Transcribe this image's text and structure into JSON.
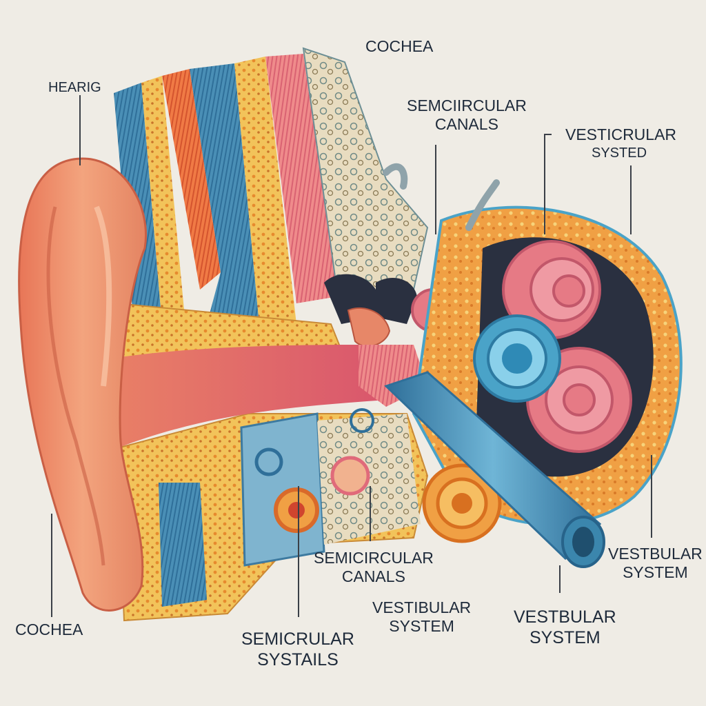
{
  "labels": {
    "hearing": "HEARIG",
    "cochlea_top": "COCHEA",
    "semicircular_top_1": "SEMCIIRCULAR",
    "semicircular_top_2": "CANALS",
    "vesticular_1": "VESTICRULAR",
    "vesticular_2": "SYSTED",
    "semicircular_mid_1": "SEMICIRCULAR",
    "semicircular_mid_2": "CANALS",
    "vestibular_right_1": "VESTBULAR",
    "vestibular_right_2": "SYSTEM",
    "cochlea_bottom": "COCHEA",
    "vestibular_mid_1": "VESTIBULAR",
    "vestibular_mid_2": "SYSTEM",
    "vestibular_low_1": "VESTBULAR",
    "vestibular_low_2": "SYSTEM",
    "semicircular_bottom_1": "SEMICRULAR",
    "semicircular_bottom_2": "SYSTAILS"
  },
  "palette": {
    "background": "#efece5",
    "skin": "#e98563",
    "skin_light": "#f3b08d",
    "canal": "#de6f6f",
    "tissue_yellow": "#f2c35a",
    "tissue_orange": "#ef9a3c",
    "muscle_blue": "#4a93b8",
    "muscle_red": "#ef6a3a",
    "cochlea_pink": "#e67a85",
    "ring_blue": "#4aa3c8",
    "leader_line": "#3a3f47",
    "text": "#1e2a3a"
  }
}
